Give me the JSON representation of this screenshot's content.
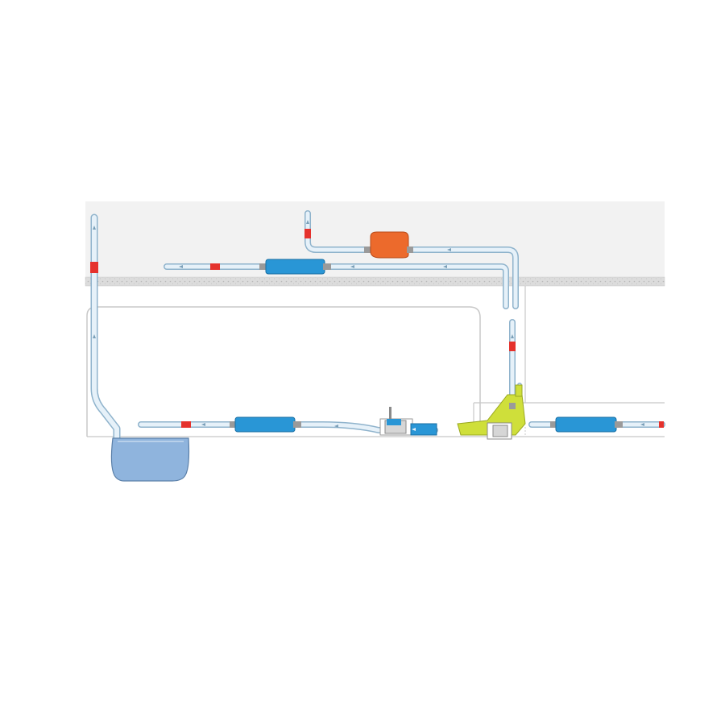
{
  "colors": {
    "background": "#ffffff",
    "ceiling_space": "#f2f2f2",
    "ceiling_slab": "#dcdcdc",
    "ceiling_slab_texture": "#b9b9b9",
    "room_outline": "#c8c8c8",
    "tube_fill": "#e6f1f9",
    "tube_edge": "#8fb3cc",
    "valve_red": "#e5322d",
    "filter_blue": "#2996d6",
    "filter_blue_dark": "#1a6fa3",
    "pump_orange": "#ec6a2c",
    "pump_orange_dark": "#b84a18",
    "pump_yellow": "#cfdf3a",
    "pump_yellow_dark": "#9aa821",
    "tank_blue": "#8fb4dd",
    "tank_edge": "#5a7fa8",
    "fitting_grey": "#9a9a9a"
  },
  "components": [
    {
      "name": "ceiling-void",
      "kind": "zone"
    },
    {
      "name": "ceiling-slab",
      "kind": "zone"
    },
    {
      "name": "room-cabinet",
      "kind": "zone"
    },
    {
      "name": "adjacent-room",
      "kind": "zone"
    },
    {
      "name": "orange-condensate-pump",
      "kind": "pump",
      "icon": "orange-pump-icon"
    },
    {
      "name": "yellow-condensate-pump",
      "kind": "pump",
      "icon": "yellow-pump-icon"
    },
    {
      "name": "collection-tank",
      "kind": "tank",
      "icon": "tank-icon"
    },
    {
      "name": "inline-filter-ceiling",
      "kind": "filter",
      "icon": "filter-icon"
    },
    {
      "name": "inline-filter-room",
      "kind": "filter",
      "icon": "filter-icon"
    },
    {
      "name": "inline-filter-right",
      "kind": "filter",
      "icon": "filter-icon"
    },
    {
      "name": "non-return-valve",
      "kind": "valve",
      "icon": "check-valve-icon"
    }
  ]
}
